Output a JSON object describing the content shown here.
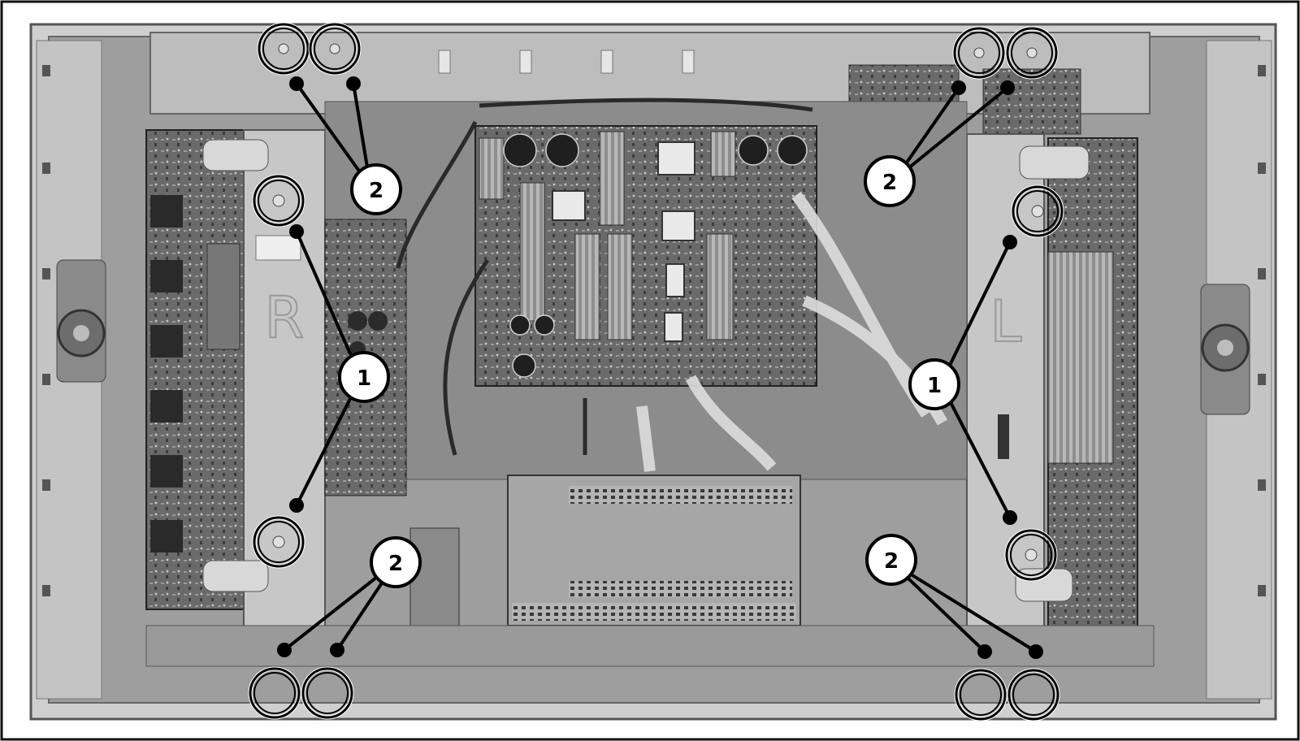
{
  "diagram": {
    "callouts": {
      "bracket_screw": "1",
      "frame_screw": "2"
    },
    "bracket_letters": {
      "right": "R",
      "left": "L"
    }
  }
}
